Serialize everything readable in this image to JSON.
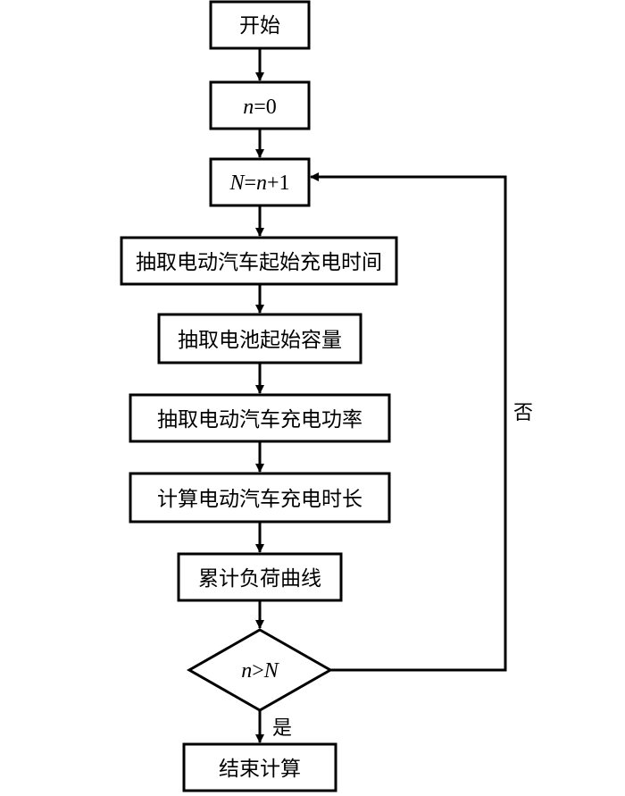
{
  "nodes": {
    "start": {
      "text": "开始"
    },
    "init": {
      "var": "n",
      "rest": "=0"
    },
    "increment": {
      "var1": "N",
      "eq": "=",
      "var2": "n",
      "rest": "+1"
    },
    "sample_start_time": {
      "text": "抽取电动汽车起始充电时间"
    },
    "sample_capacity": {
      "text": "抽取电池起始容量"
    },
    "sample_power": {
      "text": "抽取电动汽车充电功率"
    },
    "calc_duration": {
      "text": "计算电动汽车充电时长"
    },
    "accumulate_load": {
      "text": "累计负荷曲线"
    },
    "decision": {
      "var1": "n",
      "op": ">",
      "var2": "N"
    },
    "end": {
      "text": "结束计算"
    }
  },
  "edges": {
    "no_label": "否",
    "yes_label": "是"
  }
}
